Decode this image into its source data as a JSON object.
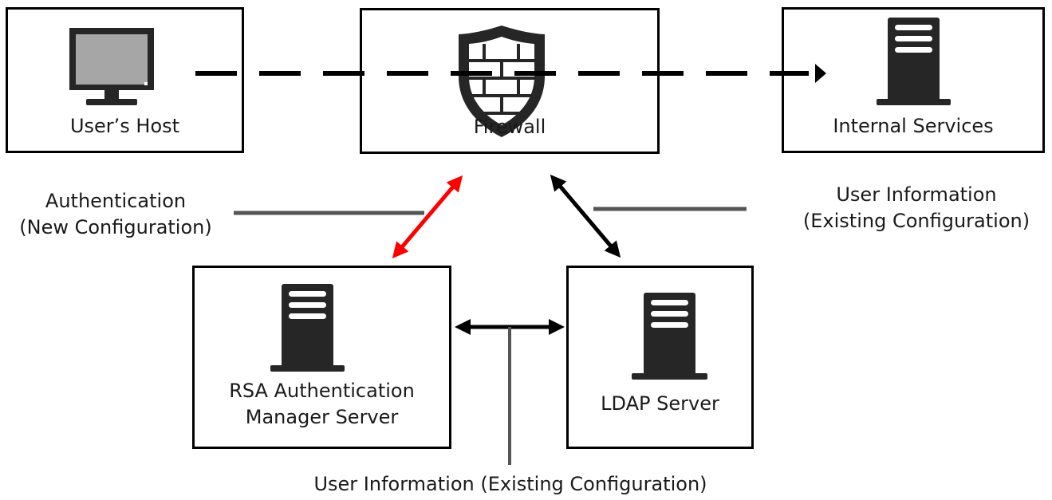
{
  "nodes": {
    "users_host": "User’s Host",
    "firewall": "Firewall",
    "internal_services": "Internal Services",
    "rsa_server_line1": "RSA Authentication",
    "rsa_server_line2": "Manager Server",
    "ldap_server": "LDAP Server"
  },
  "annotations": {
    "authentication_line1": "Authentication",
    "authentication_line2": "(New Configuration)",
    "user_info_right_line1": "User Information",
    "user_info_right_line2": "(Existing Configuration)",
    "user_info_bottom": "User Information (Existing Configuration)"
  },
  "icons": {
    "users_host": "monitor-icon",
    "firewall": "firewall-shield-icon",
    "internal_services": "server-icon",
    "rsa_server": "server-icon",
    "ldap_server": "server-icon"
  },
  "colors": {
    "authentication_arrow": "#ff0000",
    "ldap_arrow": "#000000",
    "callout_line": "#555555",
    "icon_fill": "#262626",
    "monitor_screen": "#a6a6a6"
  }
}
